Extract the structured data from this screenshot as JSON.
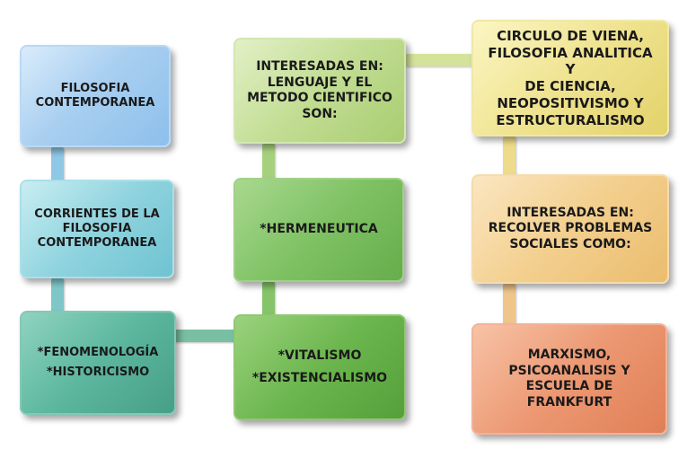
{
  "boxes": {
    "filosofia": [
      "FILOSOFIA",
      "CONTEMPORANEA"
    ],
    "corrientes": [
      "CORRIENTES DE LA",
      "FILOSOFIA",
      "CONTEMPORANEA"
    ],
    "fenomenologia": [
      "*FENOMENOLOGÍA",
      "*HISTORICISMO"
    ],
    "interesadas_lenguaje": [
      "INTERESADAS EN:",
      "LENGUAJE Y EL",
      "METODO CIENTIFICO",
      "SON:"
    ],
    "hermeneutica": [
      "*HERMENEUTICA"
    ],
    "vitalismo": [
      "*VITALISMO",
      "*EXISTENCIALISMO"
    ],
    "circulo": [
      "CIRCULO DE VIENA,",
      "FILOSOFIA ANALITICA Y",
      "DE CIENCIA,",
      "NEOPOSITIVISMO Y",
      "ESTRUCTURALISMO"
    ],
    "interesadas_problemas": [
      "INTERESADAS EN:",
      "RECOLVER PROBLEMAS",
      "SOCIALES COMO:"
    ],
    "marxismo": [
      "MARXISMO,",
      "PSICOANALISIS Y",
      "ESCUELA DE",
      "FRANKFURT"
    ]
  },
  "colors": {
    "blue": "#8dc0ec",
    "teal": "#6fc3d2",
    "green_teal": "#479f86",
    "light_green": "#a9cd72",
    "mid_green": "#66ad4c",
    "dark_green": "#56a03b",
    "yellow": "#e3d26b",
    "peach": "#ebbd6e",
    "coral": "#e07f57"
  }
}
